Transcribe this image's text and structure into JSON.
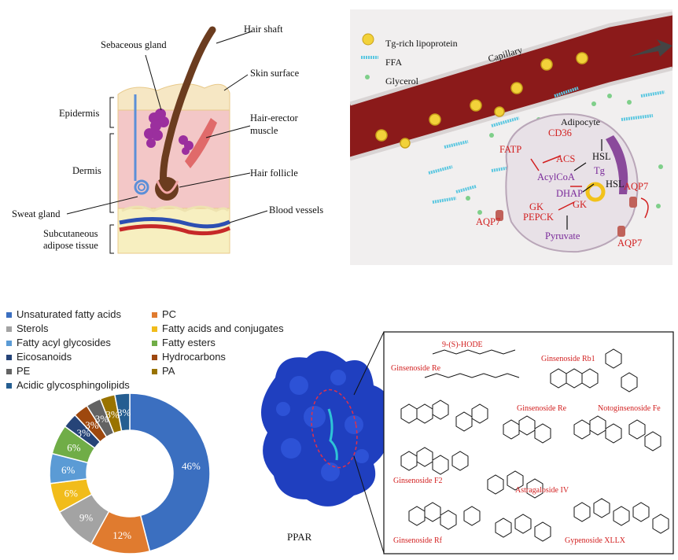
{
  "skin": {
    "labels": {
      "hair_shaft": "Hair shaft",
      "sebaceous_gland": "Sebaceous gland",
      "skin_surface": "Skin surface",
      "epidermis": "Epidermis",
      "hair_erector_muscle_1": "Hair-erector",
      "hair_erector_muscle_2": "muscle",
      "dermis": "Dermis",
      "hair_follicle": "Hair follicle",
      "sweat_gland": "Sweat gland",
      "blood_vessels": "Blood vessels",
      "subcutaneous_1": "Subcutaneous",
      "subcutaneous_2": "adipose tissue"
    }
  },
  "adipocyte": {
    "legend": {
      "tg_lipoprotein": "Tg-rich lipoprotein",
      "ffa": "FFA",
      "glycerol": "Glycerol"
    },
    "labels": {
      "capillary": "Capillary",
      "adipocyte": "Adipocyte",
      "cd36": "CD36",
      "fatp": "FATP",
      "acs": "ACS",
      "hsl_1": "HSL",
      "hsl_2": "HSL",
      "tg": "Tg",
      "acylcoa": "AcylCoA",
      "dhap": "DHAP",
      "gk_1": "GK",
      "gk_2": "GK",
      "pepck": "PEPCK",
      "pyruvate": "Pyruvate",
      "aqp7_1": "AQP7",
      "aqp7_2": "AQP7",
      "aqp7_3": "AQP7"
    },
    "colors": {
      "capillary": "#8b1a1a",
      "red_label": "#d21f1f",
      "purple_label": "#7a2a9a"
    }
  },
  "chart_data": {
    "type": "pie",
    "subtype": "donut",
    "legend": [
      {
        "name": "Unsaturated fatty acids",
        "color": "#3b6fc0"
      },
      {
        "name": "PC",
        "color": "#e07b2f"
      },
      {
        "name": "Sterols",
        "color": "#a3a3a3"
      },
      {
        "name": "Fatty acids and conjugates",
        "color": "#f1bc1b"
      },
      {
        "name": "Fatty acyl glycosides",
        "color": "#5b9bd5"
      },
      {
        "name": "Fatty esters",
        "color": "#70ad47"
      },
      {
        "name": "Eicosanoids",
        "color": "#264478"
      },
      {
        "name": "Hydrocarbons",
        "color": "#9e480e"
      },
      {
        "name": "PE",
        "color": "#636363"
      },
      {
        "name": "PA",
        "color": "#997300"
      },
      {
        "name": "Acidic glycosphingolipids",
        "color": "#255e91"
      }
    ],
    "slices": [
      {
        "name": "Unsaturated fatty acids",
        "value": 46,
        "label": "46%"
      },
      {
        "name": "PC",
        "value": 12,
        "label": "12%"
      },
      {
        "name": "Sterols",
        "value": 9,
        "label": "9%"
      },
      {
        "name": "Fatty acids and conjugates",
        "value": 6,
        "label": "6%"
      },
      {
        "name": "Fatty acyl glycosides",
        "value": 6,
        "label": "6%"
      },
      {
        "name": "Fatty esters",
        "value": 6,
        "label": "6%"
      },
      {
        "name": "Eicosanoids",
        "value": 3,
        "label": "3%"
      },
      {
        "name": "Hydrocarbons",
        "value": 3,
        "label": "3%"
      },
      {
        "name": "PE",
        "value": 3,
        "label": "3%"
      },
      {
        "name": "PA",
        "value": 3,
        "label": "3%"
      },
      {
        "name": "Acidic glycosphingolipids",
        "value": 3,
        "label": "3%"
      }
    ]
  },
  "ppar": {
    "label": "PPAR",
    "compounds": [
      "9-(S)-HODE",
      "Ginsenoside Rb1",
      "Ginsenoside Re",
      "Ginsenoside Re",
      "Notoginsenoside Fe",
      "Ginsenoside F2",
      "Astragaloside IV",
      "Ginsenoside Rf",
      "Gypenoside XLLX"
    ]
  }
}
